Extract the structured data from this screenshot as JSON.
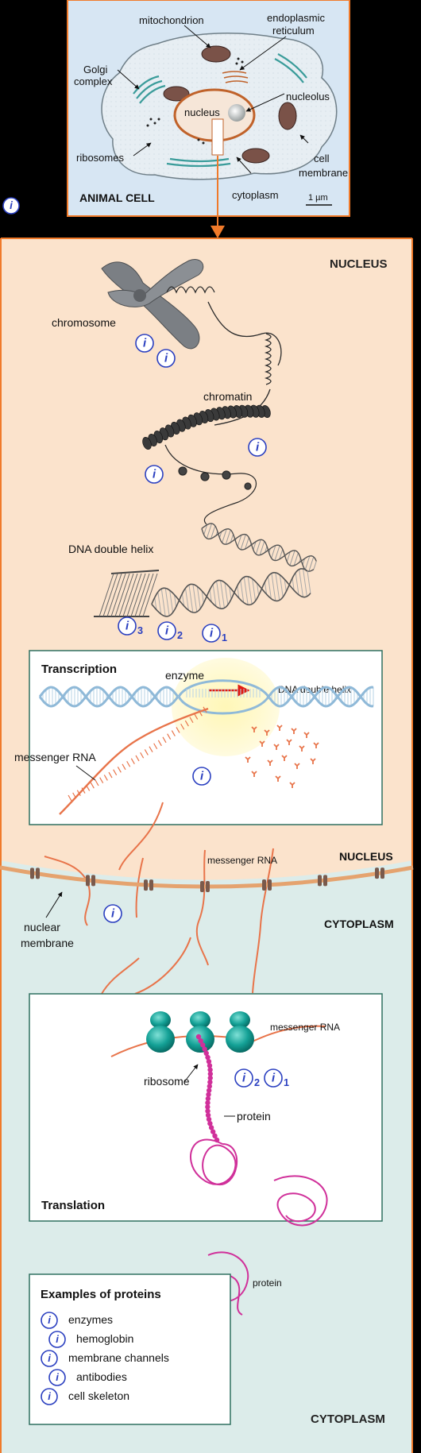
{
  "cell": {
    "title": "ANIMAL CELL",
    "labels": {
      "mitochondrion": "mitochondrion",
      "er_line1": "endoplasmic",
      "er_line2": "reticulum",
      "golgi_line1": "Golgi",
      "golgi_line2": "complex",
      "nucleolus": "nucleolus",
      "nucleus": "nucleus",
      "ribosomes": "ribosomes",
      "membrane_line1": "cell",
      "membrane_line2": "membrane",
      "cytoplasm": "cytoplasm",
      "scale": "1 µm"
    }
  },
  "nucleus_panel": {
    "region_top": "NUCLEUS",
    "chromosome": "chromosome",
    "chromatin": "chromatin",
    "dna_helix": "DNA double helix",
    "info_subscripts": [
      "3",
      "2",
      "1"
    ]
  },
  "transcription": {
    "title": "Transcription",
    "enzyme": "enzyme",
    "dna_helix": "DNA double helix",
    "messenger_rna": "messenger RNA"
  },
  "membrane_zone": {
    "nucleus": "NUCLEUS",
    "cytoplasm": "CYTOPLASM",
    "messenger_rna": "messenger RNA",
    "nuclear_line1": "nuclear",
    "nuclear_line2": "membrane"
  },
  "translation": {
    "title": "Translation",
    "messenger_rna": "messenger RNA",
    "ribosome": "ribosome",
    "protein": "protein",
    "info_subscripts": [
      "2",
      "1"
    ]
  },
  "free_protein": "protein",
  "examples": {
    "title": "Examples of proteins",
    "items": [
      "enzymes",
      "hemoglobin",
      "membrane channels",
      "antibodies",
      "cell skeleton"
    ]
  },
  "region_bottom": "CYTOPLASM",
  "info_icon_glyph": "i",
  "colors": {
    "nucleus_bg": "#fbe3cc",
    "cytoplasm_bg": "#dcecea",
    "border_orange": "#f07a2a",
    "rna": "#e8744a",
    "dna": "#8fb9d8",
    "ribosome": "#0f9a90",
    "protein": "#d0309a",
    "info_blue": "#2a3fc0"
  }
}
